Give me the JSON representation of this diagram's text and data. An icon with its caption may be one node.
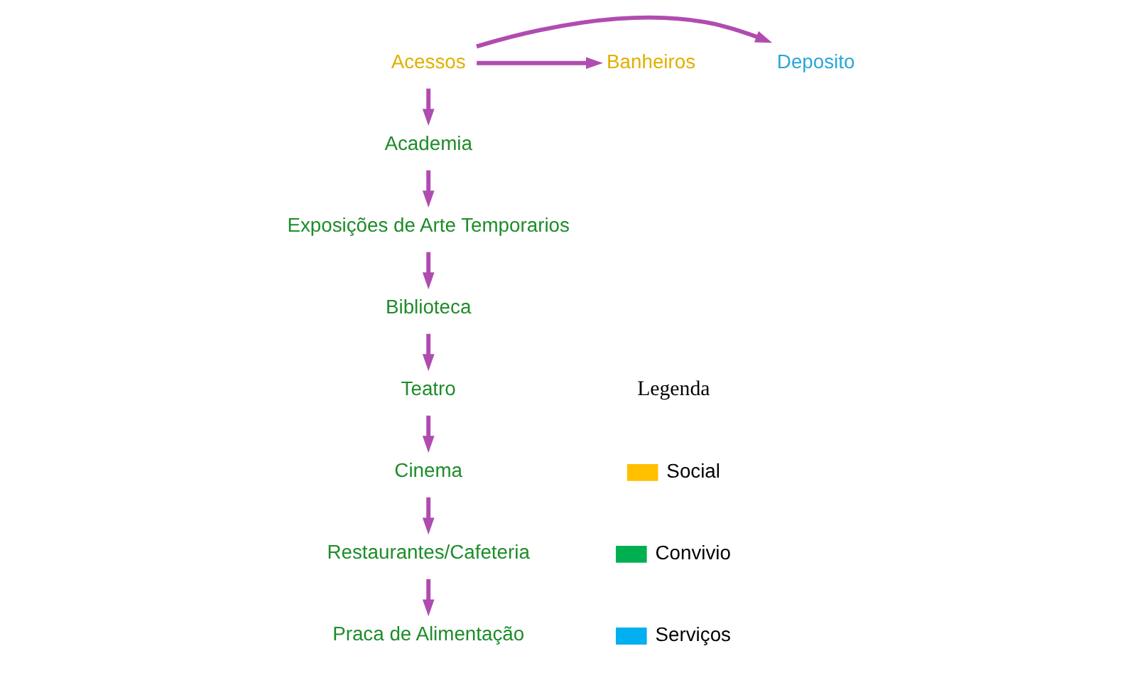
{
  "diagram": {
    "nodes": [
      {
        "text": [
          "Deposito"
        ]
      },
      {
        "text": [
          "Acessos"
        ]
      },
      {
        "text": [
          "Banheiros"
        ]
      },
      {
        "text": [
          "Academia"
        ]
      },
      {
        "text": [
          "Exposições de Arte Temporarios"
        ]
      },
      {
        "text": [
          "Biblioteca"
        ]
      },
      {
        "text": [
          "Teatro"
        ]
      },
      {
        "text": [
          "Cinema"
        ]
      },
      {
        "text": [
          "Restaurantes/Cafeteria"
        ]
      },
      {
        "text": [
          "Praca de Alimentação"
        ]
      }
    ],
    "edges": [
      {
        "from": 1,
        "to": 0,
        "arrow": "to"
      },
      {
        "from": 1,
        "to": 2,
        "arrow": "to"
      },
      {
        "from": 1,
        "to": 3,
        "arrow": "to"
      },
      {
        "from": 3,
        "to": 4,
        "arrow": "to"
      },
      {
        "from": 4,
        "to": 5,
        "arrow": "to"
      },
      {
        "from": 5,
        "to": 6,
        "arrow": "to"
      },
      {
        "from": 6,
        "to": 7,
        "arrow": "to"
      },
      {
        "from": 7,
        "to": 8,
        "arrow": "to"
      },
      {
        "from": 8,
        "to": 9,
        "arrow": "to"
      }
    ],
    "labels": [
      "Legenda"
    ],
    "legend": [
      {
        "text": "Social",
        "color": "#ffc000"
      },
      {
        "text": "Convivio",
        "color": "#00b050"
      },
      {
        "text": "Serviços",
        "color": "#00b0f0"
      }
    ]
  }
}
